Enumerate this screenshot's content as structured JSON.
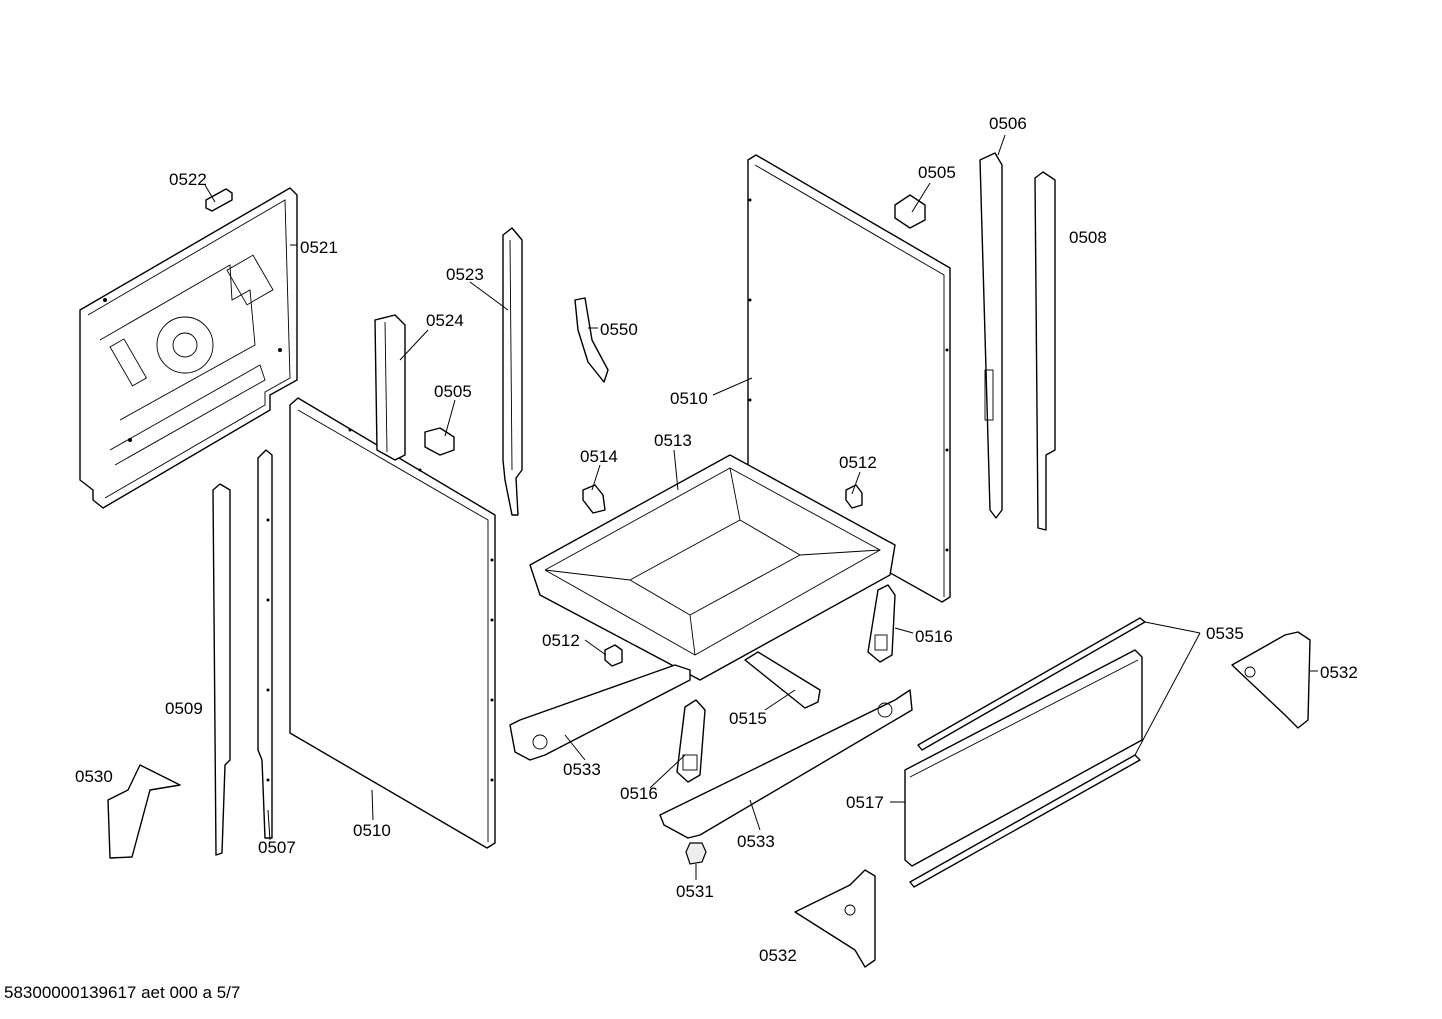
{
  "footer": "58300000139617 aet 000 a 5/7",
  "labels": {
    "l0506": "0506",
    "l0505a": "0505",
    "l0508": "0508",
    "l0522": "0522",
    "l0521": "0521",
    "l0523": "0523",
    "l0524": "0524",
    "l0550": "0550",
    "l0505b": "0505",
    "l0510a": "0510",
    "l0513": "0513",
    "l0514": "0514",
    "l0512a": "0512",
    "l0516a": "0516",
    "l0535": "0535",
    "l0532a": "0532",
    "l0512b": "0512",
    "l0509": "0509",
    "l0515": "0515",
    "l0533a": "0533",
    "l0530": "0530",
    "l0516b": "0516",
    "l0517": "0517",
    "l0533b": "0533",
    "l0507": "0507",
    "l0510b": "0510",
    "l0531": "0531",
    "l0532b": "0532"
  }
}
